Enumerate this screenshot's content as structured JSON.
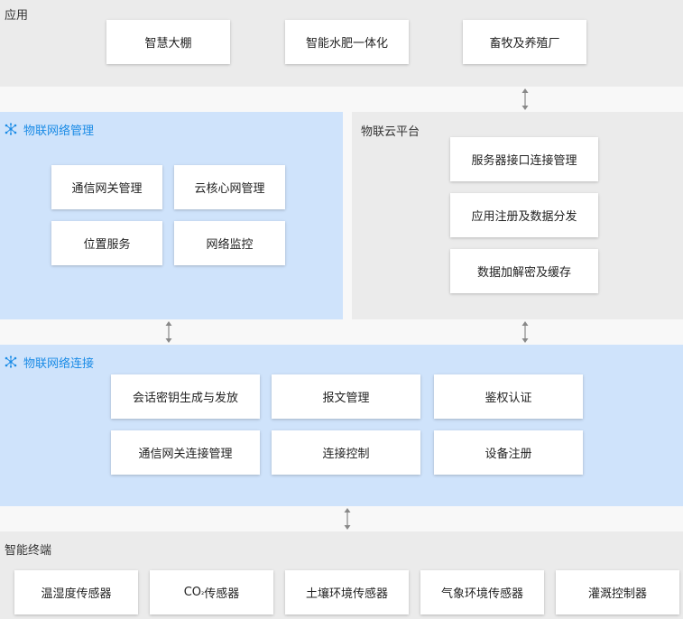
{
  "app_section": {
    "title": "应用",
    "items": [
      "智慧大棚",
      "智能水肥一体化",
      "畜牧及养殖厂"
    ]
  },
  "network_management": {
    "title": "物联网络管理",
    "items": [
      "通信网关管理",
      "云核心网管理",
      "位置服务",
      "网络监控"
    ]
  },
  "cloud_platform": {
    "title": "物联云平台",
    "items": [
      "服务器接口连接管理",
      "应用注册及数据分发",
      "数据加解密及缓存"
    ]
  },
  "network_connection": {
    "title": "物联网络连接",
    "items": [
      "会话密钥生成与发放",
      "报文管理",
      "鉴权认证",
      "通信网关连接管理",
      "连接控制",
      "设备注册"
    ]
  },
  "smart_terminal": {
    "title": "智能终端",
    "items": [
      "温湿度传感器",
      "CO",
      "₂",
      "传感器",
      "土壤环境传感器",
      "气象环境传感器",
      "灌溉控制器"
    ]
  },
  "colors": {
    "gray_band": "#ebebeb",
    "blue_band": "#cfe3fb",
    "accent": "#1a8be6",
    "arrow": "#888888"
  }
}
